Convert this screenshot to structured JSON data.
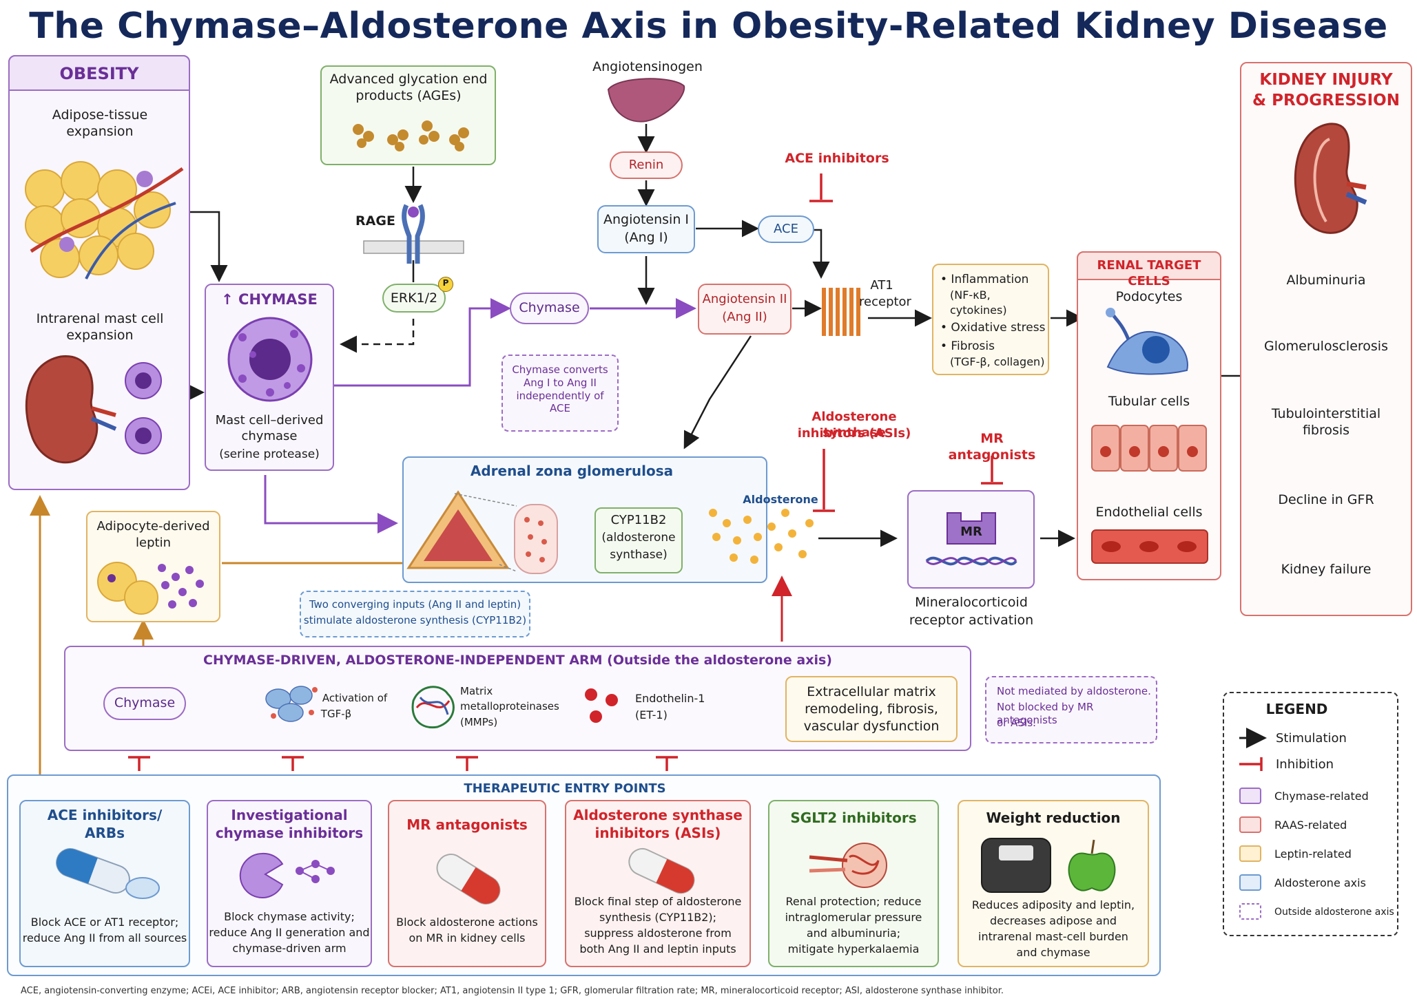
{
  "title": "The Chymase–Aldosterone Axis in Obesity-Related Kidney Disease",
  "obesity": {
    "header": "OBESITY",
    "adipose": "Adipose-tissue expansion",
    "mast": "Intrarenal mast cell expansion"
  },
  "ages": {
    "label": "Advanced glycation end products (AGEs)"
  },
  "rage": "RAGE",
  "erk": "ERK1/2",
  "p": "P",
  "chymase_box": {
    "header": "↑ CHYMASE",
    "caption": "Mast cell–derived chymase",
    "sub": "(serine protease)"
  },
  "chymase_pill": "Chymase",
  "chymase_note": "Chymase converts Ang I to Ang II independently of ACE",
  "angiotensinogen": "Angiotensinogen",
  "renin": "Renin",
  "ang1": {
    "line1": "Angiotensin I",
    "line2": "(Ang I)"
  },
  "ace": "ACE",
  "ace_inhib": "ACE inhibitors",
  "ang2": {
    "line1": "Angiotensin II",
    "line2": "(Ang II)"
  },
  "at1": {
    "line1": "AT1",
    "line2": "receptor"
  },
  "effects": {
    "items": [
      {
        "main": "• Inflammation",
        "sub": "(NF-κB, cytokines)"
      },
      {
        "main": "• Oxidative stress",
        "sub": ""
      },
      {
        "main": "• Fibrosis",
        "sub": "(TGF-β, collagen)"
      }
    ]
  },
  "renal": {
    "header": "RENAL TARGET CELLS",
    "podocytes": "Podocytes",
    "tubular": "Tubular cells",
    "endothelial": "Endothelial cells"
  },
  "kidney": {
    "header_l1": "KIDNEY INJURY",
    "header_l2": "& PROGRESSION",
    "steps": [
      "Albuminuria",
      "Glomerulosclerosis",
      "Tubulointerstitial fibrosis",
      "Decline in GFR",
      "Kidney failure"
    ]
  },
  "adrenal": {
    "title": "Adrenal zona glomerulosa",
    "cyp_l1": "CYP11B2",
    "cyp_l2": "(aldosterone",
    "cyp_l3": "synthase)",
    "aldosterone": "Aldosterone"
  },
  "asi_top": {
    "l1": "Aldosterone synthase",
    "l2": "inhibitors (ASIs)"
  },
  "mr_antag_top": "MR antagonists",
  "mr": {
    "label": "MR",
    "caption_l1": "Mineralocorticoid",
    "caption_l2": "receptor activation"
  },
  "leptin": {
    "l1": "Adipocyte-derived",
    "l2": "leptin"
  },
  "converging_note": {
    "l1": "Two converging inputs (Ang II and leptin)",
    "l2": "stimulate aldosterone synthesis (CYP11B2)"
  },
  "arm": {
    "header": "CHYMASE-DRIVEN, ALDOSTERONE-INDEPENDENT ARM (Outside the aldosterone axis)",
    "chymase": "Chymase",
    "tgf_l1": "Activation of",
    "tgf_l2": "TGF-β",
    "mmp_l1": "Matrix",
    "mmp_l2": "metalloproteinases",
    "mmp_l3": "(MMPs)",
    "et_l1": "Endothelin-1",
    "et_l2": "(ET-1)",
    "ecm_l1": "Extracellular matrix",
    "ecm_l2": "remodeling, fibrosis,",
    "ecm_l3": "vascular dysfunction"
  },
  "not_mediated": {
    "l1": "Not mediated by aldosterone.",
    "l2": "Not blocked by MR antagonists",
    "l3": "or ASIs."
  },
  "legend": {
    "title": "LEGEND",
    "stim": "Stimulation",
    "inhib": "Inhibition",
    "chymase": "Chymase-related",
    "raas": "RAAS-related",
    "leptin": "Leptin-related",
    "aldo": "Aldosterone axis",
    "outside": "Outside aldosterone axis"
  },
  "therapy": {
    "header": "THERAPEUTIC ENTRY POINTS",
    "cards": [
      {
        "t1": "ACE inhibitors/",
        "t2": "ARBs",
        "d": [
          "Block ACE or AT1 receptor;",
          "reduce Ang II from all sources"
        ]
      },
      {
        "t1": "Investigational",
        "t2": "chymase inhibitors",
        "d": [
          "Block chymase activity;",
          "reduce Ang II generation and",
          "chymase-driven arm"
        ]
      },
      {
        "t1": "MR antagonists",
        "t2": "",
        "d": [
          "Block aldosterone actions",
          "on MR in kidney cells"
        ]
      },
      {
        "t1": "Aldosterone synthase",
        "t2": "inhibitors (ASIs)",
        "d": [
          "Block final step of aldosterone",
          "synthesis (CYP11B2);",
          "suppress aldosterone from",
          "both Ang II and leptin inputs"
        ]
      },
      {
        "t1": "SGLT2 inhibitors",
        "t2": "",
        "d": [
          "Renal protection; reduce",
          "intraglomerular pressure",
          "and albuminuria;",
          "mitigate hyperkalaemia"
        ]
      },
      {
        "t1": "Weight reduction",
        "t2": "",
        "d": [
          "Reduces adiposity and leptin,",
          "decreases adipose and",
          "intrarenal mast-cell burden",
          "and chymase"
        ]
      }
    ]
  },
  "footnote": "ACE, angiotensin-converting enzyme; ACEi, ACE inhibitor; ARB, angiotensin receptor blocker; AT1, angiotensin II type 1; GFR, glomerular filtration rate; MR, mineralocorticoid receptor; ASI, aldosterone synthase inhibitor.",
  "colors": {
    "purple": "#7a3fb0",
    "red": "#d0242a",
    "blue": "#1f4e8c",
    "orange": "#c8862a"
  }
}
